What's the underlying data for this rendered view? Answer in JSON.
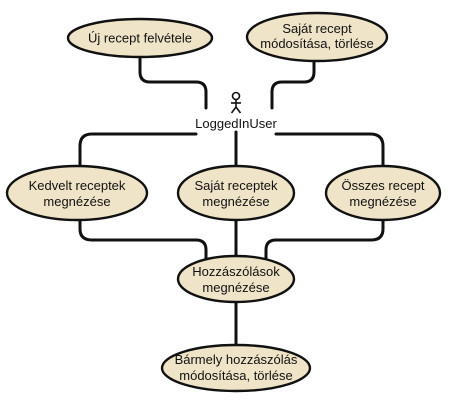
{
  "actor": {
    "label": "LoggedInUser"
  },
  "use_cases": {
    "new_recipe": {
      "lines": [
        "Új recept felvétele"
      ]
    },
    "edit_own_recipe": {
      "lines": [
        "Saját recept",
        "módosítása, törlése"
      ]
    },
    "view_favorites": {
      "lines": [
        "Kedvelt receptek",
        "megnézése"
      ]
    },
    "view_own": {
      "lines": [
        "Saját receptek",
        "megnézése"
      ]
    },
    "view_all": {
      "lines": [
        "Összes recept",
        "megnézése"
      ]
    },
    "view_comments": {
      "lines": [
        "Hozzászólások",
        "megnézése"
      ]
    },
    "edit_any_comment": {
      "lines": [
        "Bármely hozzászólás",
        "módosítása, törlése"
      ]
    }
  }
}
